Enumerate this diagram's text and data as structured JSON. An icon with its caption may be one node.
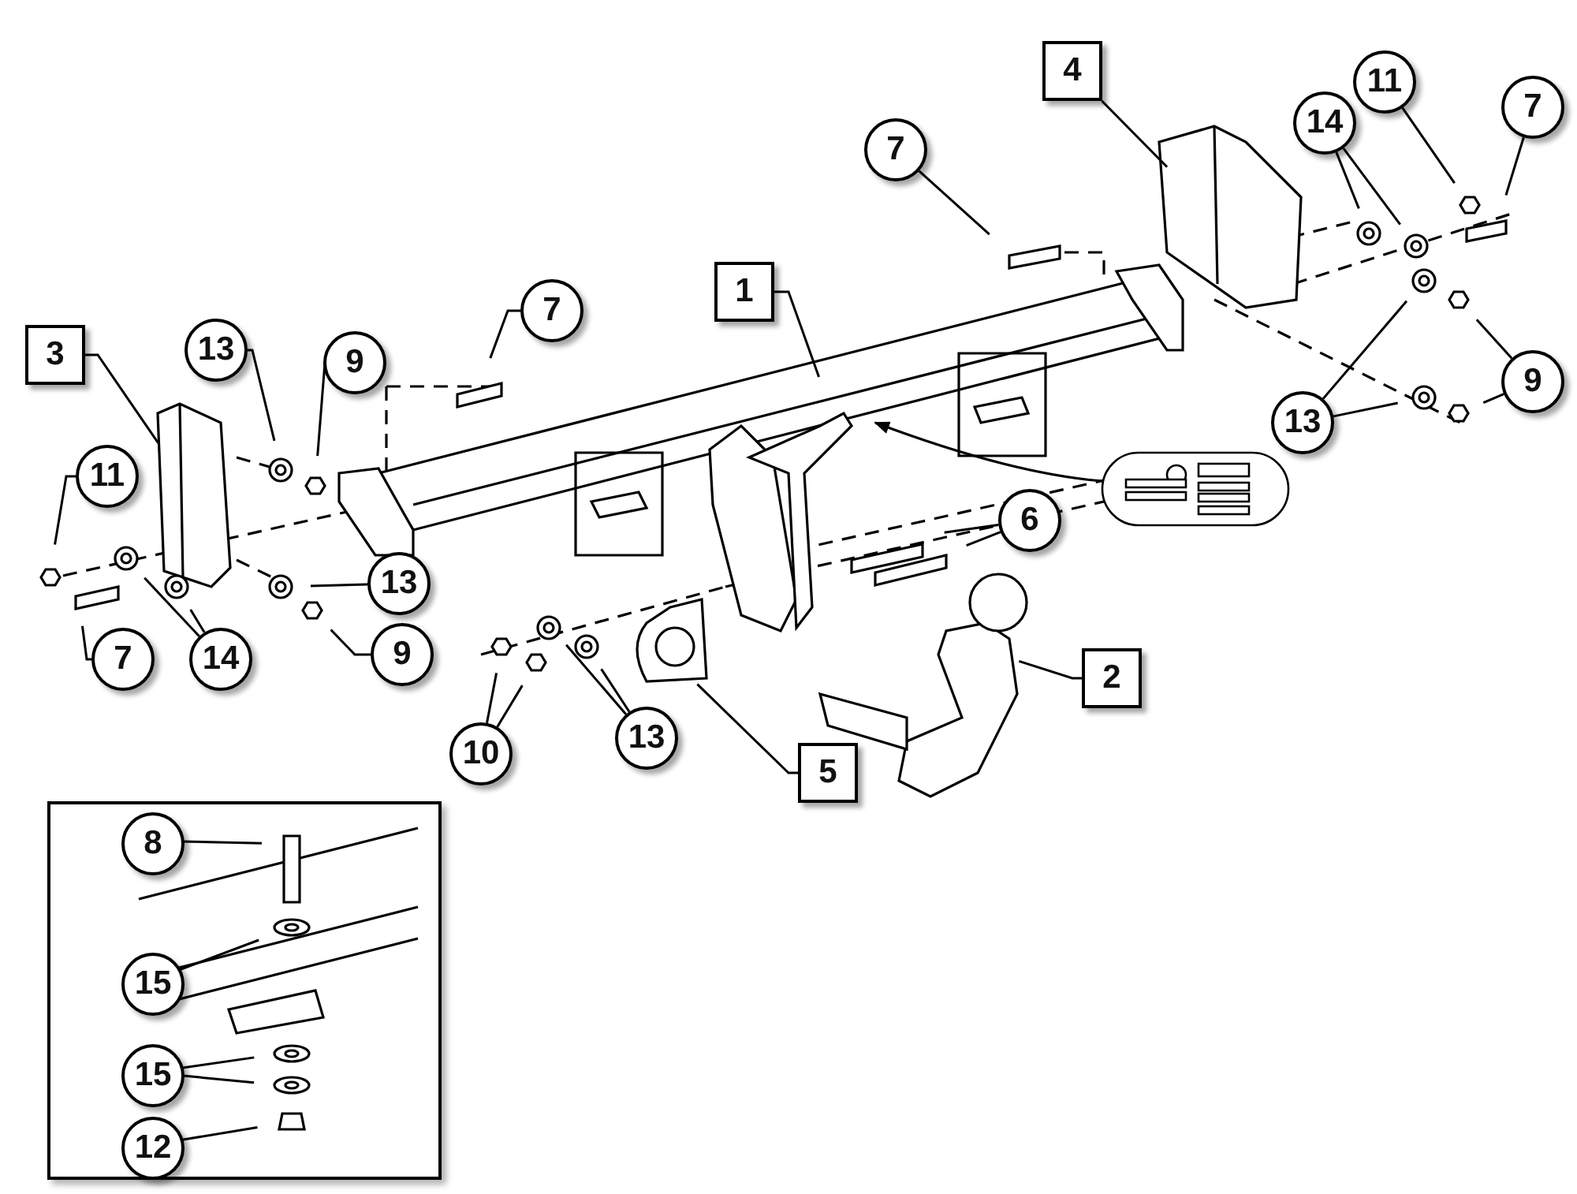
{
  "diagram": {
    "nodes": [
      {
        "text": [
          "4"
        ]
      },
      {
        "text": [
          "7"
        ]
      },
      {
        "text": [
          "11"
        ]
      },
      {
        "text": [
          "7"
        ]
      },
      {
        "text": [
          "14"
        ]
      },
      {
        "text": [
          "7"
        ]
      },
      {
        "text": [
          "1"
        ]
      },
      {
        "text": [
          "3"
        ]
      },
      {
        "text": [
          "13"
        ]
      },
      {
        "text": [
          "9"
        ]
      },
      {
        "text": [
          "9"
        ]
      },
      {
        "text": [
          "13"
        ]
      },
      {
        "text": [],
        "shape": "picture"
      },
      {
        "text": [
          "11"
        ]
      },
      {
        "text": [
          "6"
        ]
      },
      {
        "text": [
          "13"
        ]
      },
      {
        "text": [
          "7"
        ]
      },
      {
        "text": [
          "14"
        ]
      },
      {
        "text": [
          "9"
        ]
      },
      {
        "text": [
          "2"
        ]
      },
      {
        "text": [
          "10"
        ]
      },
      {
        "text": [
          "13"
        ]
      },
      {
        "text": [
          "5"
        ]
      },
      {
        "text": [],
        "shape": "box"
      },
      {
        "text": [
          "8"
        ],
        "in": 23
      },
      {
        "text": [
          "15"
        ],
        "in": 23
      },
      {
        "text": [
          "15"
        ],
        "in": 23
      },
      {
        "text": [
          "12"
        ],
        "in": 23
      }
    ],
    "edges": [
      {
        "from": 0,
        "to": null,
        "arrow": "none"
      },
      {
        "from": 1,
        "to": null,
        "arrow": "none"
      },
      {
        "from": 2,
        "to": null,
        "arrow": "none"
      },
      {
        "from": 3,
        "to": null,
        "arrow": "none"
      },
      {
        "from": 4,
        "to": null,
        "arrow": "none"
      },
      {
        "from": 4,
        "to": null,
        "arrow": "none"
      },
      {
        "from": 5,
        "to": null,
        "arrow": "none"
      },
      {
        "from": 6,
        "to": null,
        "arrow": "none"
      },
      {
        "from": 7,
        "to": null,
        "arrow": "none"
      },
      {
        "from": 8,
        "to": null,
        "arrow": "none"
      },
      {
        "from": 9,
        "to": null,
        "arrow": "none"
      },
      {
        "from": 10,
        "to": null,
        "arrow": "none"
      },
      {
        "from": 10,
        "to": null,
        "arrow": "none"
      },
      {
        "from": 11,
        "to": null,
        "arrow": "none"
      },
      {
        "from": 11,
        "to": null,
        "arrow": "none"
      },
      {
        "from": 12,
        "to": null,
        "arrow": "to"
      },
      {
        "from": 13,
        "to": null,
        "arrow": "none"
      },
      {
        "from": 14,
        "to": null,
        "arrow": "none"
      },
      {
        "from": 14,
        "to": null,
        "arrow": "none"
      },
      {
        "from": 15,
        "to": null,
        "arrow": "none"
      },
      {
        "from": 16,
        "to": null,
        "arrow": "none"
      },
      {
        "from": 17,
        "to": null,
        "arrow": "none"
      },
      {
        "from": 17,
        "to": null,
        "arrow": "none"
      },
      {
        "from": 18,
        "to": null,
        "arrow": "none"
      },
      {
        "from": 19,
        "to": null,
        "arrow": "none"
      },
      {
        "from": 20,
        "to": null,
        "arrow": "none"
      },
      {
        "from": 20,
        "to": null,
        "arrow": "none"
      },
      {
        "from": 21,
        "to": null,
        "arrow": "none"
      },
      {
        "from": 21,
        "to": null,
        "arrow": "none"
      },
      {
        "from": 22,
        "to": null,
        "arrow": "none"
      },
      {
        "from": 24,
        "to": null,
        "arrow": "none"
      },
      {
        "from": 25,
        "to": null,
        "arrow": "none"
      },
      {
        "from": 26,
        "to": null,
        "arrow": "none"
      },
      {
        "from": 26,
        "to": null,
        "arrow": "none"
      },
      {
        "from": 27,
        "to": null,
        "arrow": "none"
      }
    ]
  }
}
